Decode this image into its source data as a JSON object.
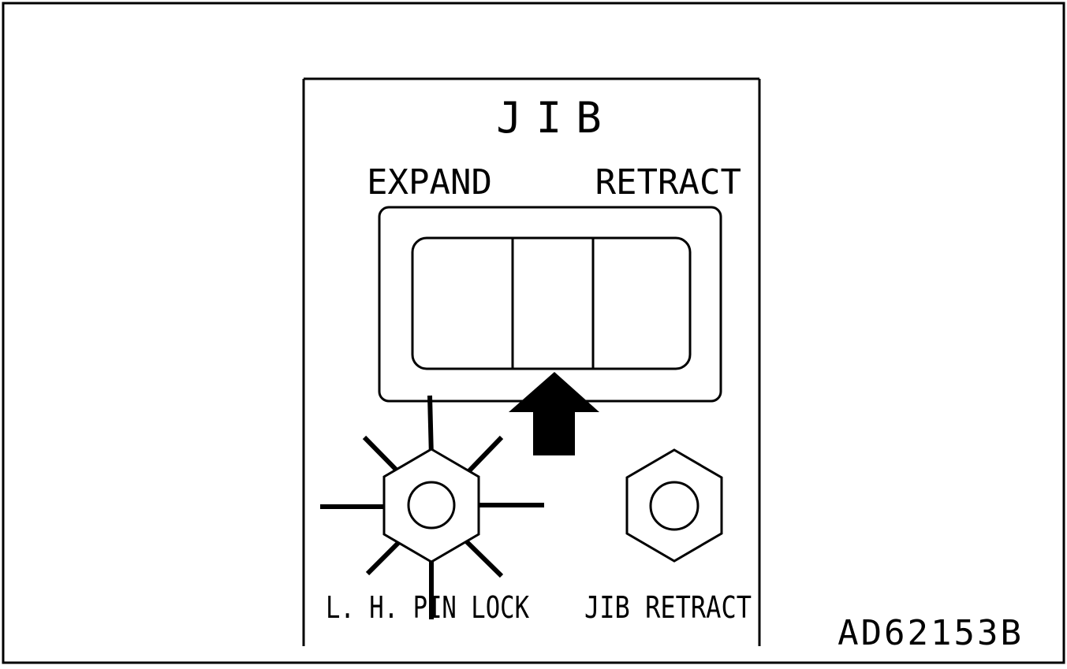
{
  "panel": {
    "title": "JIB",
    "expand_label": "EXPAND",
    "retract_label": "RETRACT"
  },
  "lamps": {
    "left_label": "L. H. PIN LOCK",
    "left_state": "lit",
    "right_label": "JIB RETRACT",
    "right_state": "off"
  },
  "figure_code": "AD62153B",
  "colors": {
    "ink": "#000000",
    "paper": "#ffffff"
  }
}
